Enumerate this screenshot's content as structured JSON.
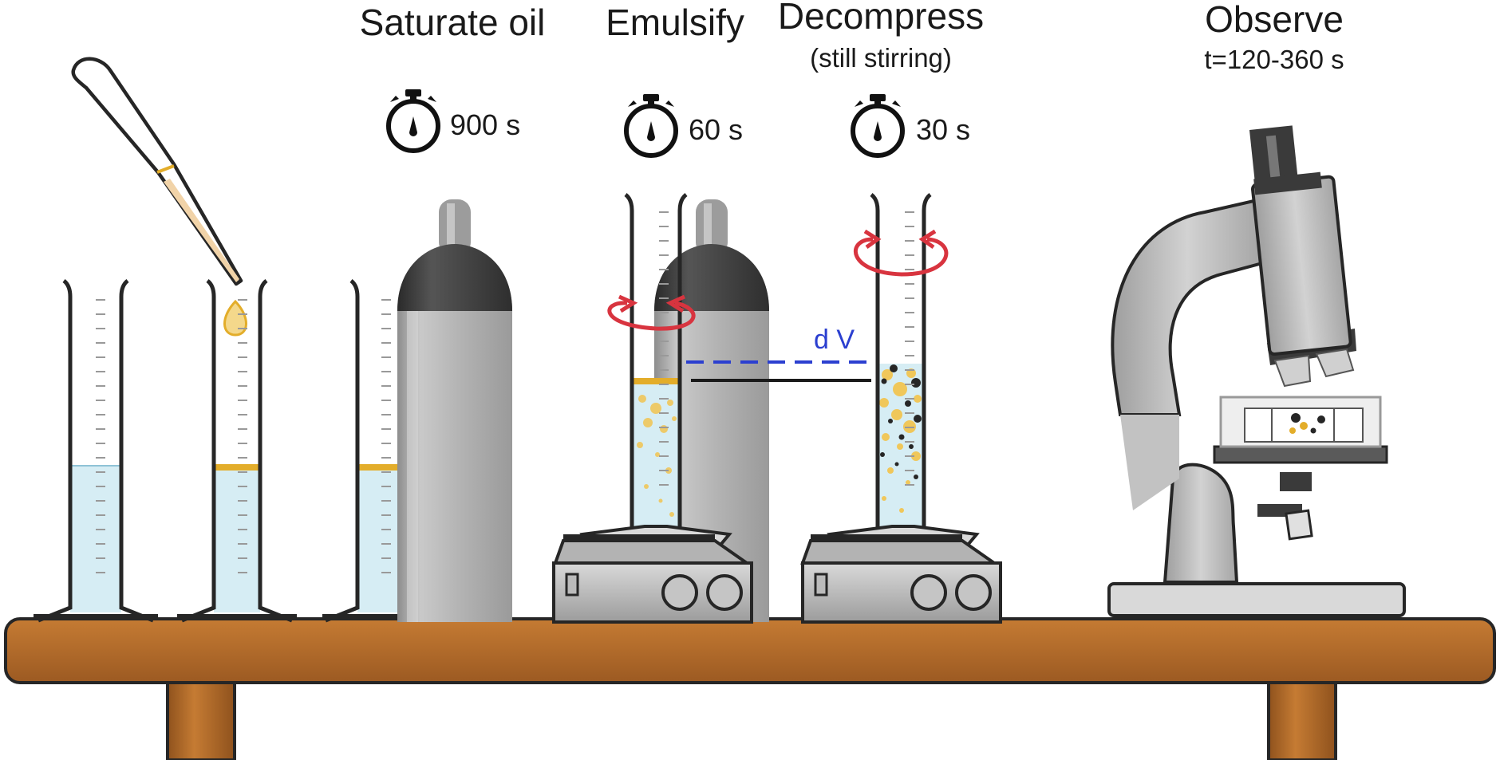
{
  "steps": {
    "saturate": {
      "title": "Saturate oil",
      "time": "900 s"
    },
    "emulsify": {
      "title": "Emulsify",
      "time": "60 s"
    },
    "decompress": {
      "title": "Decompress",
      "subtitle": "(still stirring)",
      "time": "30 s"
    },
    "observe": {
      "title": "Observe",
      "subtitle": "t=120-360 s"
    }
  },
  "volume_change_label": "d V",
  "colors": {
    "water": "#d6edf4",
    "oil": "#e3ad2a",
    "table_top": "#b4692a",
    "stir_arrow": "#d8343f",
    "dashed_line": "#2b3fd0",
    "cylinder_gray": "#b3b3b3",
    "cylinder_cap": "#3a3a3a"
  },
  "icons": [
    "stopwatch-icon",
    "pipette-icon",
    "gas-cylinder-icon",
    "magnetic-stirrer-icon",
    "microscope-icon",
    "stir-arrow-icon"
  ]
}
